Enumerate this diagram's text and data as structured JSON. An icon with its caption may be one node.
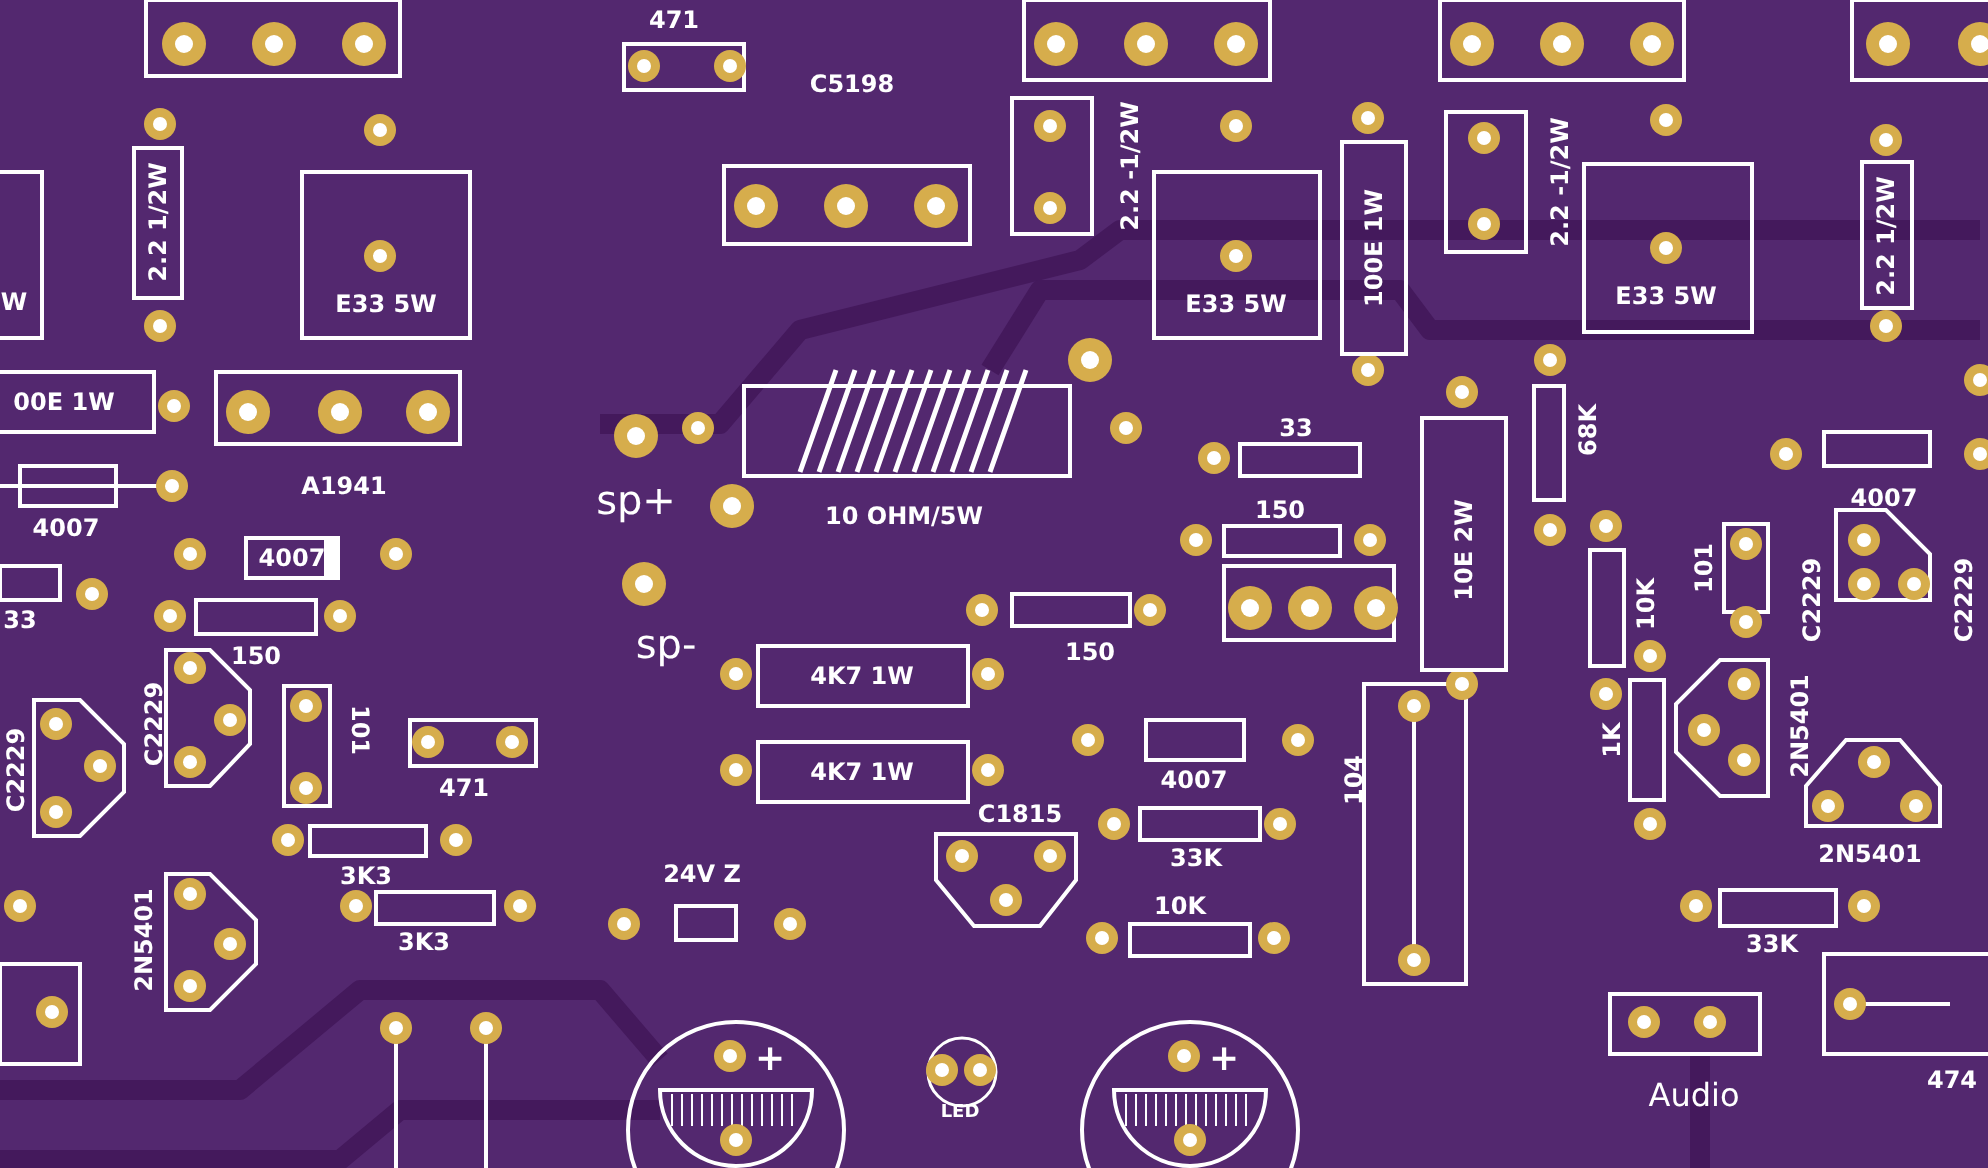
{
  "diagram": {
    "nodes": [
      {
        "text": [
          "W"
        ]
      },
      {
        "text": [
          "2.2 1/2W"
        ]
      },
      {
        "text": [
          "E33 5W"
        ]
      },
      {
        "text": [
          "00E 1W"
        ]
      },
      {
        "text": [
          "4007"
        ]
      },
      {
        "text": [
          "2.2 -1/2W"
        ]
      },
      {
        "text": [
          "E33 5W"
        ]
      },
      {
        "text": [
          "100E 1W"
        ]
      },
      {
        "text": [
          "2.2 -1/2W"
        ]
      },
      {
        "text": [
          "E33 5W"
        ]
      },
      {
        "text": [
          "2.2 1/2W"
        ]
      },
      {
        "text": [
          "10E 2W"
        ]
      },
      {
        "text": [
          "4K7 1W"
        ]
      },
      {
        "text": [
          "4K7 1W"
        ]
      }
    ],
    "labels": [
      "471",
      "C5198",
      "A1941",
      "4007",
      "sp+",
      "10 OHM/5W",
      "33",
      "150",
      "68K",
      "4007",
      "33",
      "10K",
      "101",
      "C2229",
      "C2229",
      "150",
      "sp-",
      "150",
      "C2229",
      "C2229",
      "101",
      "471",
      "4007",
      "104",
      "1K",
      "2N5401",
      "C1815",
      "33K",
      "3K3",
      "2N5401",
      "24V Z",
      "3K3",
      "10K",
      "2N5401",
      "33K",
      "+",
      "+",
      "Audio",
      "474",
      "LED"
    ]
  }
}
